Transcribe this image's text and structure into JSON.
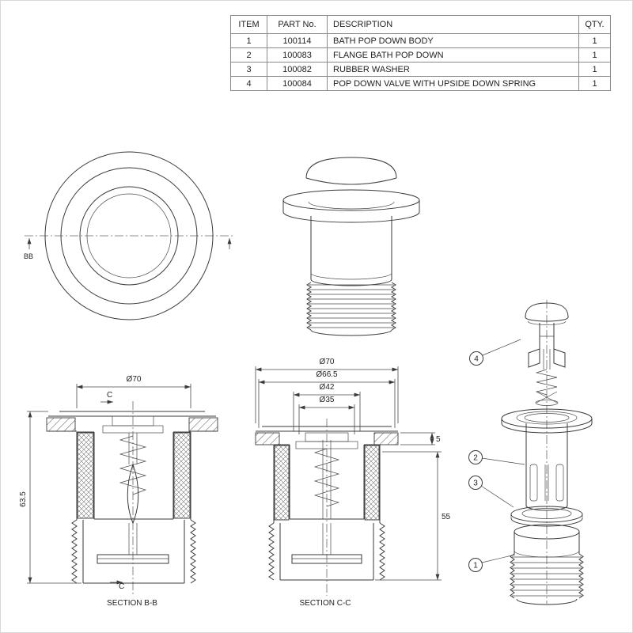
{
  "sheet": {
    "background": "#ffffff",
    "line_color": "#3a3a3a"
  },
  "parts_table": {
    "headers": {
      "item": "ITEM",
      "part_no": "PART No.",
      "description": "DESCRIPTION",
      "qty": "QTY."
    },
    "rows": [
      {
        "item": "1",
        "part_no": "100114",
        "description": "BATH POP DOWN BODY",
        "qty": "1"
      },
      {
        "item": "2",
        "part_no": "100083",
        "description": "FLANGE BATH POP DOWN",
        "qty": "1"
      },
      {
        "item": "3",
        "part_no": "100082",
        "description": "RUBBER WASHER",
        "qty": "1"
      },
      {
        "item": "4",
        "part_no": "100084",
        "description": "POP DOWN VALVE WITH UPSIDE DOWN SPRING",
        "qty": "1"
      }
    ]
  },
  "top_view": {
    "section_label": "BB"
  },
  "section_bb": {
    "title": "SECTION B-B",
    "dim_diameter": "Ø70",
    "dim_height": "63.5",
    "cut_label": "C"
  },
  "section_cc": {
    "title": "SECTION C-C",
    "dims": [
      "Ø70",
      "Ø66.5",
      "Ø42",
      "Ø35"
    ],
    "dim_flange_thickness": "5",
    "dim_body_height": "55"
  },
  "exploded_view": {
    "balloons": [
      "4",
      "2",
      "3",
      "1"
    ]
  }
}
